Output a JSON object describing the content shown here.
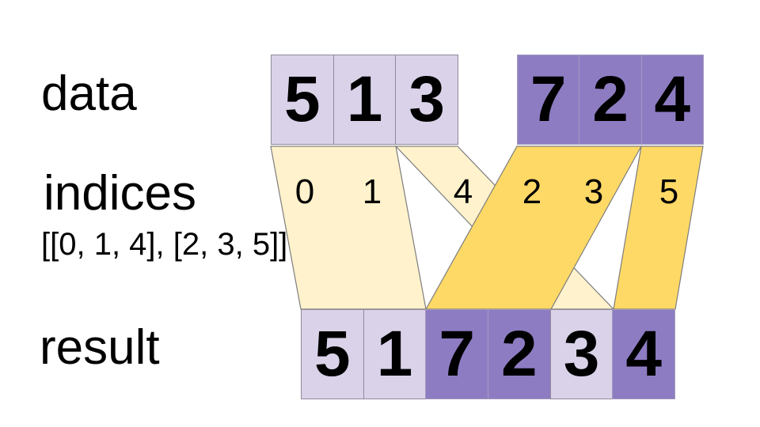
{
  "labels": {
    "data": "data",
    "indices": "indices",
    "indices_value": "[[0, 1, 4], [2, 3, 5]]",
    "result": "result"
  },
  "colors": {
    "light_purple": "#d9d2e9",
    "dark_purple": "#8e7cc3",
    "cream": "#fff2cc",
    "gold": "#ffd966",
    "outline": "#7d7d7d"
  },
  "data_groups": [
    {
      "variant": "light",
      "cells": [
        {
          "value": "5"
        },
        {
          "value": "1"
        },
        {
          "value": "3"
        }
      ]
    },
    {
      "variant": "dark",
      "cells": [
        {
          "value": "7"
        },
        {
          "value": "2"
        },
        {
          "value": "4"
        }
      ]
    }
  ],
  "indices": {
    "groups": [
      {
        "band": "cream",
        "values": [
          "0",
          "1",
          "4"
        ]
      },
      {
        "band": "gold",
        "values": [
          "2",
          "3",
          "5"
        ]
      }
    ]
  },
  "result": {
    "cells": [
      {
        "value": "5",
        "variant": "light"
      },
      {
        "value": "1",
        "variant": "light"
      },
      {
        "value": "7",
        "variant": "dark"
      },
      {
        "value": "2",
        "variant": "dark"
      },
      {
        "value": "3",
        "variant": "light"
      },
      {
        "value": "4",
        "variant": "dark"
      }
    ]
  },
  "flows": [
    {
      "band": "cream",
      "from_values": [
        "5",
        "1"
      ],
      "via_indices": [
        "0",
        "1"
      ],
      "to_result_positions": [
        0,
        1
      ]
    },
    {
      "band": "cream",
      "from_values": [
        "3"
      ],
      "via_indices": [
        "4"
      ],
      "to_result_positions": [
        4
      ]
    },
    {
      "band": "gold",
      "from_values": [
        "7",
        "2"
      ],
      "via_indices": [
        "2",
        "3"
      ],
      "to_result_positions": [
        2,
        3
      ]
    },
    {
      "band": "gold",
      "from_values": [
        "4"
      ],
      "via_indices": [
        "5"
      ],
      "to_result_positions": [
        5
      ]
    }
  ]
}
